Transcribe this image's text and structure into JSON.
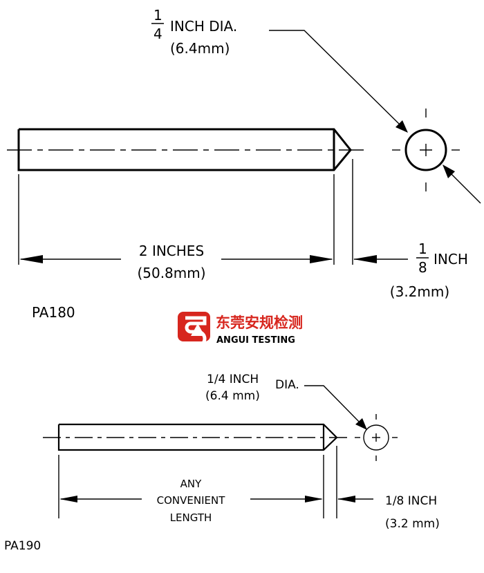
{
  "pa180": {
    "label": "PA180",
    "dia_fraction_num": "1",
    "dia_fraction_den": "4",
    "dia_text": "INCH DIA.",
    "dia_mm": "(6.4mm)",
    "length_text": "2 INCHES",
    "length_mm": "(50.8mm)",
    "tip_fraction_num": "1",
    "tip_fraction_den": "8",
    "tip_text": "INCH",
    "tip_mm": "(3.2mm)"
  },
  "logo": {
    "chinese": "东莞安规检测",
    "english": "ANGUI TESTING",
    "color": "#d7261e"
  },
  "pa190": {
    "label": "PA190",
    "dia_line1": "1/4 INCH",
    "dia_suffix": "DIA.",
    "dia_mm": "(6.4 mm)",
    "length_line1": "ANY",
    "length_line2": "CONVENIENT",
    "length_line3": "LENGTH",
    "tip_text": "1/8 INCH",
    "tip_mm": "(3.2 mm)"
  }
}
